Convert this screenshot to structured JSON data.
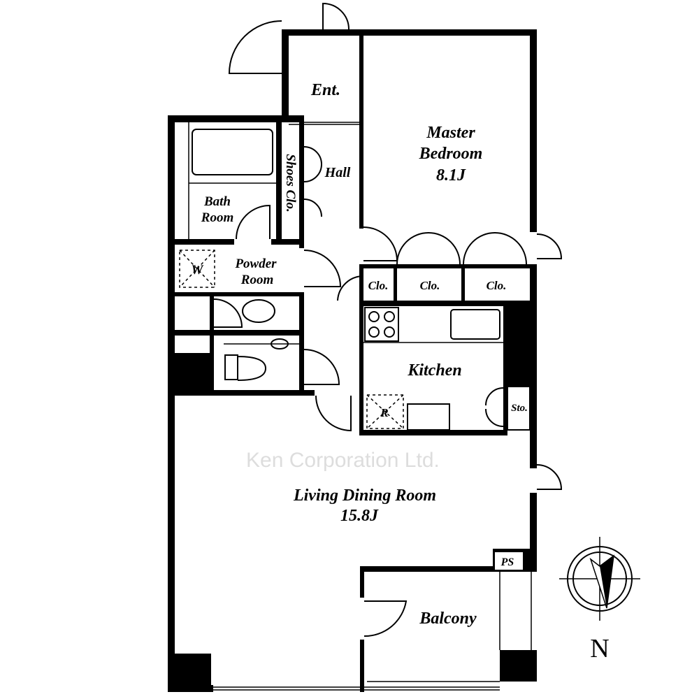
{
  "watermark": "Ken Corporation Ltd.",
  "rooms": {
    "entrance": "Ent.",
    "master_bedroom": {
      "line1": "Master",
      "line2": "Bedroom",
      "size": "8.1J"
    },
    "hall": "Hall",
    "shoes_closet": "Shoes Clo.",
    "bath_room": {
      "line1": "Bath",
      "line2": "Room"
    },
    "powder_room": {
      "line1": "Powder",
      "line2": "Room"
    },
    "washer": "W",
    "closets": [
      "Clo.",
      "Clo.",
      "Clo."
    ],
    "kitchen": "Kitchen",
    "refrigerator": "R",
    "storage": "Sto.",
    "living_dining": {
      "name": "Living Dining Room",
      "size": "15.8J"
    },
    "pipe_space": "PS",
    "balcony": "Balcony"
  },
  "compass": {
    "label": "N"
  }
}
